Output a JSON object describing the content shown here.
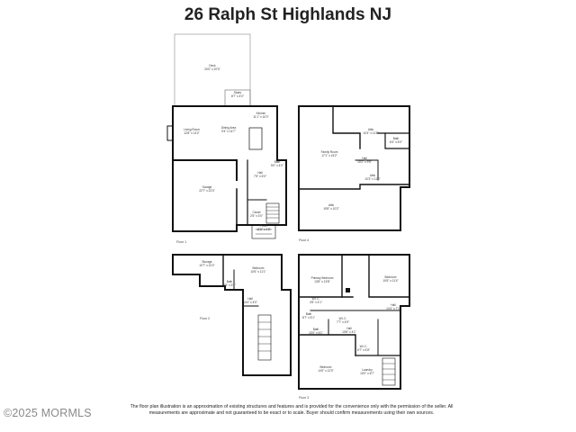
{
  "title": "26 Ralph St Highlands NJ",
  "floors": [
    {
      "label": "Floor 1",
      "rooms": [
        {
          "name": "Deck",
          "dims": "20'0\" x 20'0\""
        },
        {
          "name": "Stairs",
          "dims": "8'7\" x 4'0\""
        },
        {
          "name": "Kitchen",
          "dims": "11'1\" x 10'0\""
        },
        {
          "name": "Living Room",
          "dims": "12'8\" x 14'2\""
        },
        {
          "name": "Dining Area",
          "dims": "9'4\" x 14'7\""
        },
        {
          "name": "Garage",
          "dims": "22'7\" x 22'0\""
        },
        {
          "name": "Hall",
          "dims": "7'5\" x 6'0\""
        },
        {
          "name": "Bath",
          "dims": "5'0\" x 4'0\""
        },
        {
          "name": "Closet",
          "dims": "2'5\" x 3'0\""
        },
        {
          "name": "Porch",
          "dims": "11'8\" x 4'8\""
        }
      ]
    },
    {
      "label": "Floor 4",
      "rooms": [
        {
          "name": "Attic",
          "dims": "10'4\" x 11'8\""
        },
        {
          "name": "Bath",
          "dims": "6'4\" x 6'0\""
        },
        {
          "name": "Family Room",
          "dims": "17'1\" x 15'2\""
        },
        {
          "name": "Hall",
          "dims": "10'2\" x 9'5\""
        },
        {
          "name": "Attic",
          "dims": "10'3\" x 11'0\""
        },
        {
          "name": "Attic",
          "dims": "19'8\" x 10'2\""
        }
      ]
    },
    {
      "label": "Floor 2",
      "rooms": [
        {
          "name": "Storage",
          "dims": "10'7\" x 10'2\""
        },
        {
          "name": "Bedroom",
          "dims": "10'6\" x 11'1\""
        },
        {
          "name": "Bath",
          "dims": "8'8\" x 5'1\""
        },
        {
          "name": "Hall",
          "dims": "14'4\" x 4'0\""
        }
      ]
    },
    {
      "label": "Floor 3",
      "rooms": [
        {
          "name": "Primary Bedroom",
          "dims": "13'8\" x 13'8\""
        },
        {
          "name": "Bedroom",
          "dims": "10'6\" x 11'4\""
        },
        {
          "name": "W.I.C.",
          "dims": "4'5\" x 4'1\""
        },
        {
          "name": "Hall",
          "dims": "14'4\" x 7'1\""
        },
        {
          "name": "Bath",
          "dims": "8'7\" x 5'1\""
        },
        {
          "name": "W.I.C.",
          "dims": "7'7\" x 4'5\""
        },
        {
          "name": "Hall",
          "dims": "10'8\" x 4'1\""
        },
        {
          "name": "Bath",
          "dims": "10'0\" x 6'1\""
        },
        {
          "name": "W.I.C.",
          "dims": "6'7\" x 4'8\""
        },
        {
          "name": "Bedroom",
          "dims": "14'0\" x 12'0\""
        },
        {
          "name": "Laundry",
          "dims": "10'0\" x 6'7\""
        }
      ]
    }
  ],
  "watermark": "©2025 MORMLS",
  "disclaimer": "The floor plan illustration is an approximation of existing structures and features and is provided for the convenience only with the permission of the seller. All measurements are approximate and not guaranteed to be exact or to scale. Buyer should confirm measurements using their own sources."
}
